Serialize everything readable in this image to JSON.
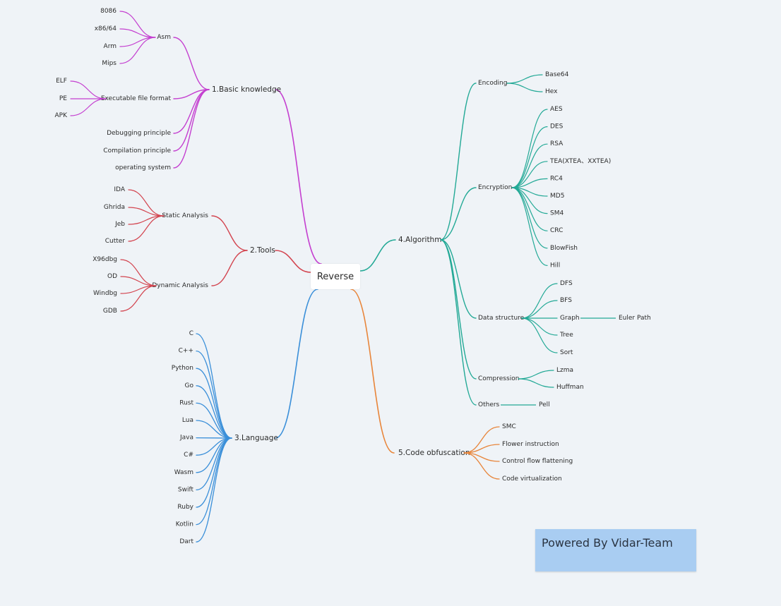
{
  "root": "Reverse",
  "credit": "Powered By Vidar-Team",
  "colors": {
    "basic": "#c43fd0",
    "tools": "#d3444f",
    "language": "#3a8fd9",
    "algorithm": "#23a996",
    "obfuscation": "#e8853a"
  },
  "branches": {
    "basic": {
      "label": "1.Basic knowledge",
      "asm": {
        "label": "Asm",
        "items": [
          "8086",
          "x86/64",
          "Arm",
          "Mips"
        ]
      },
      "exe": {
        "label": "Executable file format",
        "items": [
          "ELF",
          "PE",
          "APK"
        ]
      },
      "leaves": [
        "Debugging principle",
        "Compilation principle",
        "operating system"
      ]
    },
    "tools": {
      "label": "2.Tools",
      "static": {
        "label": "Static Analysis",
        "items": [
          "IDA",
          "Ghrida",
          "Jeb",
          "Cutter"
        ]
      },
      "dynamic": {
        "label": "Dynamic Analysis",
        "items": [
          "X96dbg",
          "OD",
          "Windbg",
          "GDB"
        ]
      }
    },
    "language": {
      "label": "3.Language",
      "items": [
        "C",
        "C++",
        "Python",
        "Go",
        "Rust",
        "Lua",
        "Java",
        "C#",
        "Wasm",
        "Swift",
        "Ruby",
        "Kotlin",
        "Dart"
      ]
    },
    "algorithm": {
      "label": "4.Algorithm",
      "encoding": {
        "label": "Encoding",
        "items": [
          "Base64",
          "Hex"
        ]
      },
      "encryption": {
        "label": "Encryption",
        "items": [
          "AES",
          "DES",
          "RSA",
          "TEA(XTEA、XXTEA)",
          "RC4",
          "MD5",
          "SM4",
          "CRC",
          "BlowFish",
          "Hill"
        ]
      },
      "datastructure": {
        "label": "Data structure",
        "items": [
          "DFS",
          "BFS",
          "Graph",
          "Tree",
          "Sort"
        ],
        "graph_child": "Euler Path"
      },
      "compression": {
        "label": "Compression",
        "items": [
          "Lzma",
          "Huffman"
        ]
      },
      "others": {
        "label": "Others",
        "items": [
          "Pell"
        ]
      }
    },
    "obfuscation": {
      "label": "5.Code obfuscation",
      "items": [
        "SMC",
        "Flower instruction",
        "Control flow flattening",
        "Code virtualization"
      ]
    }
  }
}
